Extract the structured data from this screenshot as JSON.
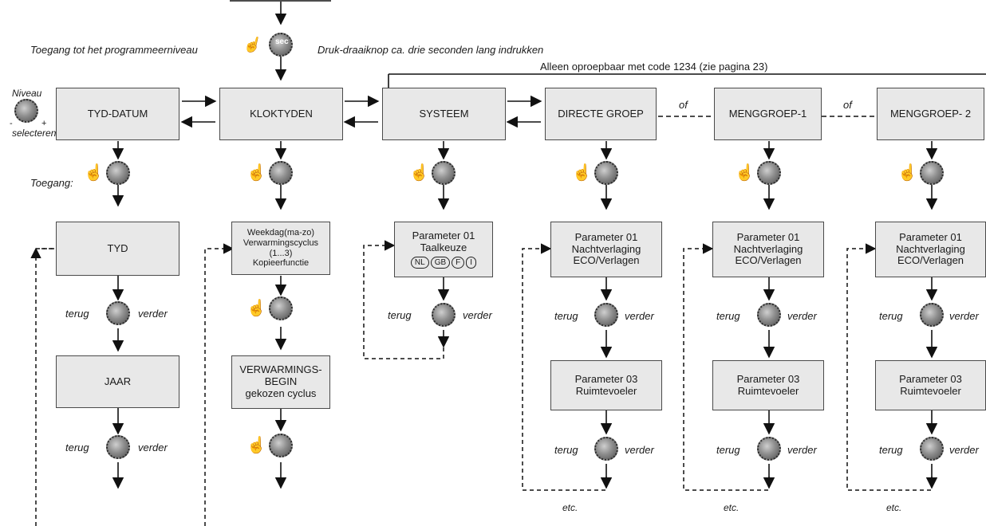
{
  "header": {
    "access_label": "Toegang tot het programmeerniveau",
    "press_instruction": "Druk-draaiknop ca. drie seconden lang indrukken",
    "sec_badge": "sec",
    "code_note": "Alleen oproepbaar met code 1234 (zie pagina 23)"
  },
  "side": {
    "niveau": "Niveau",
    "selecteren": "selecteren",
    "toegang": "Toegang:",
    "minus": "-",
    "plus": "+"
  },
  "nav": {
    "terug": "terug",
    "verder": "verder",
    "of": "of",
    "etc": "etc."
  },
  "levels": {
    "tyd_datum": "TYD-DATUM",
    "kloktyden": "KLOKTYDEN",
    "systeem": "SYSTEEM",
    "directe_groep": "DIRECTE GROEP",
    "menggroep1": "MENGGROEP-1",
    "menggroep2": "MENGGROEP- 2"
  },
  "col1": {
    "tyd": "TYD",
    "jaar": "JAAR"
  },
  "col2": {
    "weekdag": "Weekdag(ma-zo)",
    "cyclus": "Verwarmingscyclus (1...3)",
    "kopie": "Kopieerfunctie",
    "begin1": "VERWARMINGS-",
    "begin2": "BEGIN",
    "begin3": "gekozen cyclus"
  },
  "col3": {
    "param": "Parameter 01",
    "taal": "Taalkeuze",
    "langs": [
      "NL",
      "GB",
      "F",
      "I"
    ]
  },
  "group_params": {
    "p01": "Parameter 01",
    "nacht": "Nachtverlaging",
    "eco": "ECO/Verlagen",
    "p03": "Parameter 03",
    "ruimte": "Ruimtevoeler"
  }
}
